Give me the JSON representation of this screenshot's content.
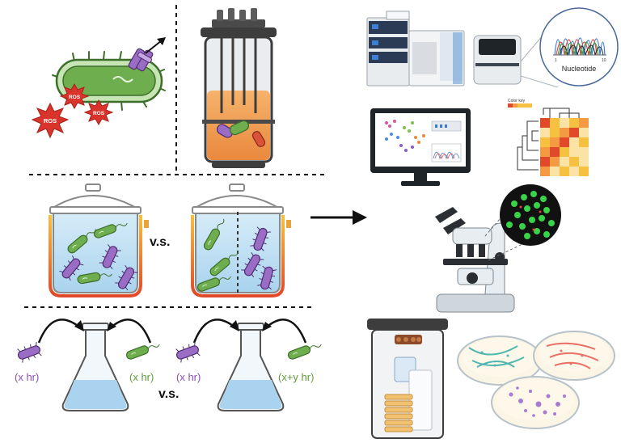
{
  "labels": {
    "ros_1": "ROS",
    "ros_2": "ROS",
    "ros_3": "ROS",
    "vs_top": "v.s.",
    "vs_bottom": "v.s.",
    "time_left_purple": "(x hr)",
    "time_left_green": "(x hr)",
    "time_right_purple": "(x hr)",
    "time_right_green": "(x+y hr)",
    "chromatogram_title": "Nucleotide",
    "chromatogram_axis_start": "1",
    "chromatogram_axis_end": "10",
    "heatmap_color_key": "Color key"
  },
  "colors": {
    "bacterium_green": "#6fae4f",
    "bacterium_purple": "#9b6cc4",
    "ros_red": "#d9342b",
    "medium_orange": "#f3a45a",
    "liquid_blue": "#bfe0f2",
    "heat_red": "#e04a2a",
    "fluorescence_green": "#39d34a"
  },
  "icons": [
    "bacterium-with-efflux-pump-icon",
    "bioreactor-icon",
    "chemostat-vessel-icon",
    "split-vessel-icon",
    "erlenmeyer-flask-icon",
    "arrow-right-icon",
    "hplc-instrument-icon",
    "sequencer-icon",
    "monitor-icon",
    "heatmap-dendrogram-icon",
    "microscope-icon",
    "anaerobic-jar-icon",
    "petri-dish-icon"
  ]
}
